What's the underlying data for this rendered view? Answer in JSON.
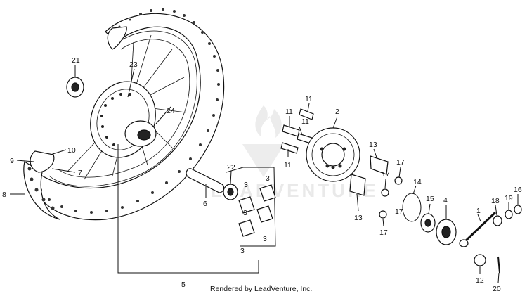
{
  "diagram": {
    "watermark_text": "LEADVENTURE",
    "footer_text": "Rendered by LeadVenture, Inc.",
    "callouts": {
      "c1": "1",
      "c2": "2",
      "c3a": "3",
      "c3b": "3",
      "c3c": "3",
      "c3d": "3",
      "c3e": "3",
      "c4": "4",
      "c5": "5",
      "c6": "6",
      "c7": "7",
      "c8": "8",
      "c9": "9",
      "c10": "10",
      "c11a": "11",
      "c11b": "11",
      "c11c": "11",
      "c12": "12",
      "c13a": "13",
      "c13b": "13",
      "c14": "14",
      "c15": "15",
      "c16": "16",
      "c17a": "17",
      "c17b": "17",
      "c17c": "17",
      "c18": "18",
      "c19": "19",
      "c20": "20",
      "c21": "21",
      "c22": "22",
      "c23": "23",
      "c24": "24"
    }
  }
}
